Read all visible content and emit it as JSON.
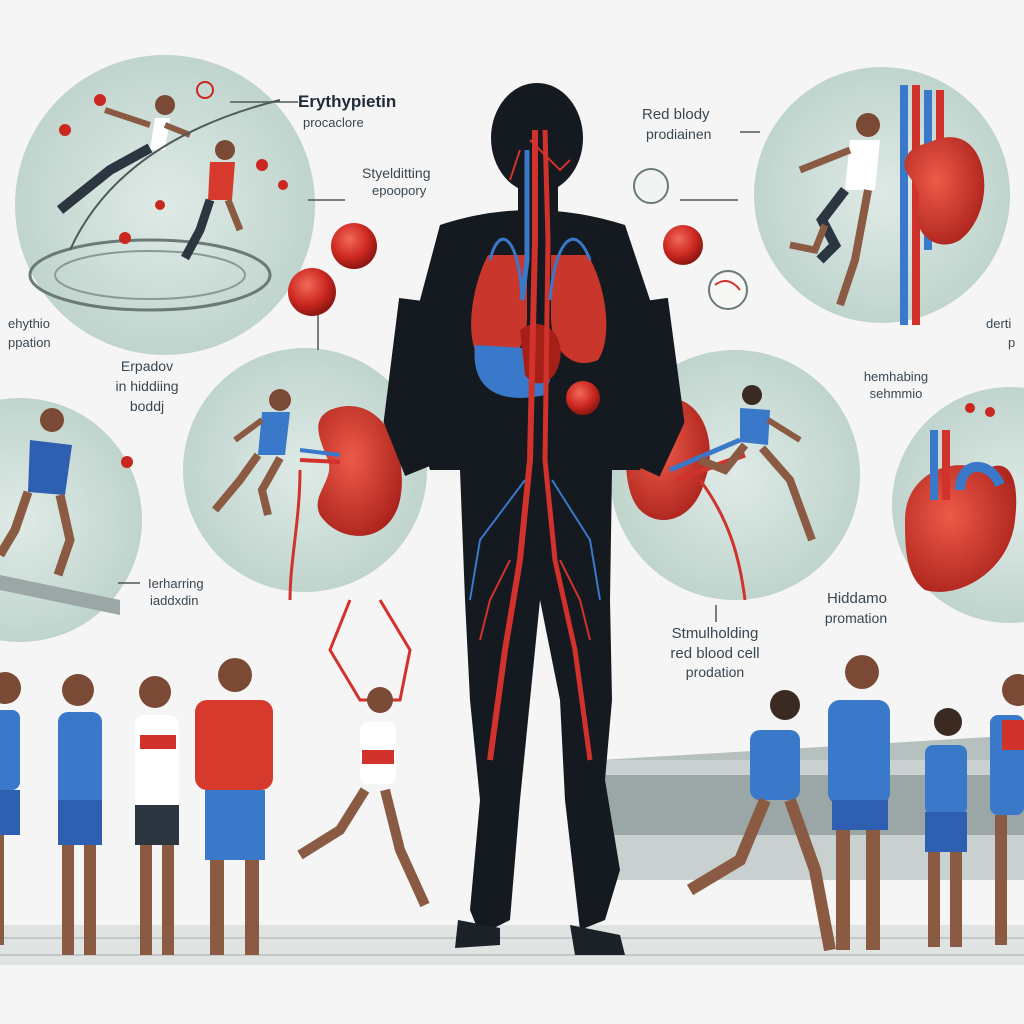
{
  "labels": {
    "top_left_title": "Erythypietin",
    "top_left_sub": "procaclore",
    "mid_left_a": "Styelditting",
    "mid_left_b": "epoopory",
    "left_edge_a": "ehythio",
    "left_edge_b": "ppation",
    "left_body_a": "Erpadov",
    "left_body_b": "in hiddiing",
    "left_body_c": "boddj",
    "bottom_left_a": "Ierharring",
    "bottom_left_b": "iaddxdin",
    "top_right_a": "Red blody",
    "top_right_b": "prodiainen",
    "right_edge_a": "derti",
    "right_edge_b": "p",
    "mid_right_a": "hemhabing",
    "mid_right_b": "sehmmio",
    "bottom_right_a": "Hiddamo",
    "bottom_right_b": "promation",
    "center_bottom_a": "Stmulholding",
    "center_bottom_b": "red blood cell",
    "center_bottom_c": "prodation"
  },
  "colors": {
    "background": "#f4f5f4",
    "circle_fill": "#c9dcd5",
    "red": "#d1322b",
    "blue": "#3a78c9",
    "silhouette": "#141a1f"
  },
  "icons": [
    "red-blood-cell-icon",
    "kidney-icon",
    "heart-icon",
    "lungs-icon",
    "runner-icon"
  ]
}
